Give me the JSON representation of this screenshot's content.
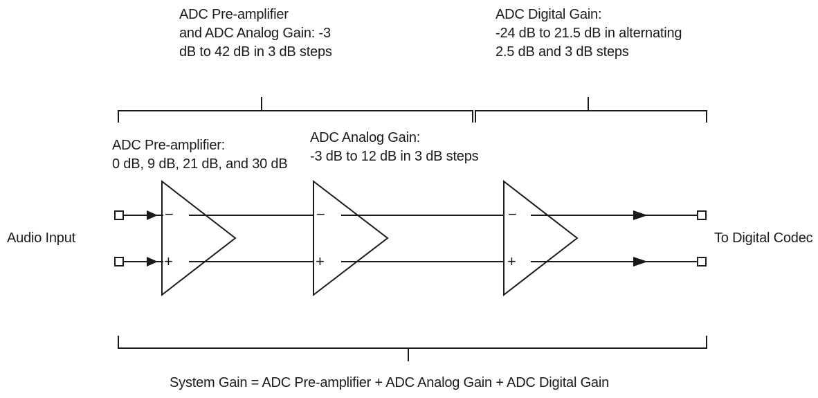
{
  "labels": {
    "top_left": [
      "ADC Pre-amplifier",
      "and ADC Analog Gain: -3",
      "dB to 42 dB in 3 dB steps"
    ],
    "top_right": [
      "ADC Digital Gain:",
      "-24 dB to 21.5 dB in alternating",
      "2.5 dB and 3 dB steps"
    ],
    "preamp": [
      "ADC Pre-amplifier:",
      "0 dB, 9 dB, 21 dB, and 30 dB"
    ],
    "analog": [
      "ADC Analog Gain:",
      "-3 dB to 12 dB in 3 dB steps"
    ],
    "input": "Audio Input",
    "output": "To Digital Codec",
    "system_gain": "System Gain = ADC Pre-amplifier + ADC Analog Gain + ADC Digital Gain"
  },
  "amp_inputs": {
    "minus": "−",
    "plus": "+"
  }
}
